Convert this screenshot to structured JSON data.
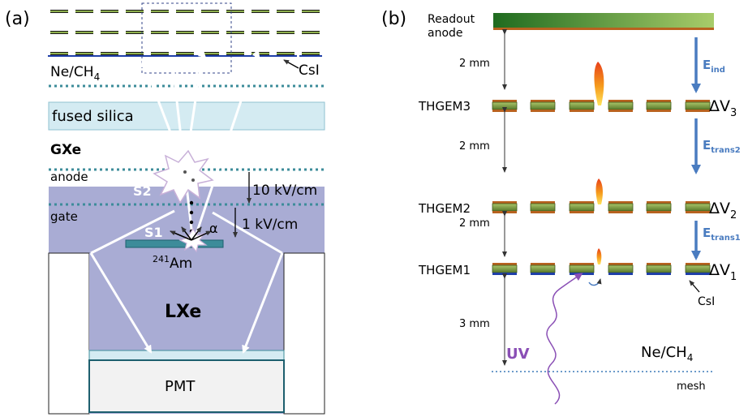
{
  "panel_a": {
    "panel_label": "(a)",
    "gas_label": "Ne/CH",
    "gas_sub": "4",
    "csi_label": "CsI",
    "window_label": "fused silica",
    "gxe_label": "GXe",
    "anode_label": "anode",
    "s2_label": "S2",
    "field_top": "10 kV/cm",
    "gate_label": "gate",
    "field_bottom": "1 kV/cm",
    "s1_label": "S1",
    "alpha_label": "α",
    "source_sup": "241",
    "source_label": "Am",
    "lxe_label": "LXe",
    "pmt_label": "PMT"
  },
  "panel_b": {
    "panel_label": "(b)",
    "readout_label_1": "Readout",
    "readout_label_2": "anode",
    "gaps": [
      "2 mm",
      "2 mm",
      "2 mm",
      "3 mm"
    ],
    "thgem_labels": [
      "THGEM3",
      "THGEM2",
      "THGEM1"
    ],
    "dv_main": "ΔV",
    "dv_subs": [
      "3",
      "2",
      "1"
    ],
    "e_main": "E",
    "e_subs": [
      "ind",
      "trans2",
      "trans1"
    ],
    "csi_label": "CsI",
    "uv_label": "UV",
    "gas_label": "Ne/CH",
    "gas_sub": "4",
    "mesh_label": "mesh"
  },
  "colors": {
    "electrode_green": "#6e8f3a",
    "electrode_copper": "#b8621f",
    "photocathode_blue": "#1f3fa8",
    "dotted_teal": "#3d8c9a",
    "lxe_fill": "#a9acd4",
    "silica_fill": "#d4ebf2",
    "field_arrow_blue": "#4a7cc0",
    "uv_purple": "#8a4fb5"
  }
}
